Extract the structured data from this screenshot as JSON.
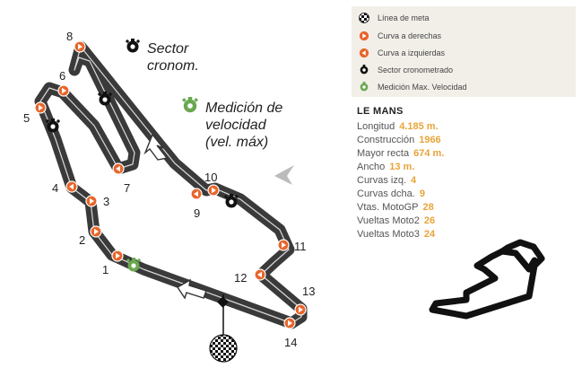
{
  "labels": {
    "sector": [
      "Sector",
      "cronom."
    ],
    "speed": [
      "Medición de",
      "velocidad",
      "(vel. máx)"
    ]
  },
  "corners": [
    "1",
    "2",
    "3",
    "4",
    "5",
    "6",
    "7",
    "8",
    "9",
    "10",
    "11",
    "12",
    "13",
    "14"
  ],
  "legend": {
    "items": [
      {
        "icon": "finish-flag-icon",
        "label": "Línea de meta"
      },
      {
        "icon": "right-curve-icon",
        "label": "Curva a derechas"
      },
      {
        "icon": "left-curve-icon",
        "label": "Curva a izquierdas"
      },
      {
        "icon": "timing-sector-icon",
        "label": "Sector cronometrado"
      },
      {
        "icon": "speed-trap-icon",
        "label": "Medición Max. Velocidad"
      }
    ]
  },
  "info": {
    "title": "LE MANS",
    "rows": [
      {
        "label": "Longitud",
        "value": "4.185 m."
      },
      {
        "label": "Construcción",
        "value": "1966"
      },
      {
        "label": "Mayor recta",
        "value": "674 m."
      },
      {
        "label": "Ancho",
        "value": "13 m."
      },
      {
        "label": "Curvas izq.",
        "value": "4"
      },
      {
        "label": "Curvas dcha.",
        "value": "9"
      },
      {
        "label": "Vtas. MotoGP",
        "value": "28"
      },
      {
        "label": "Vueltas Moto2",
        "value": "26"
      },
      {
        "label": "Vueltas Moto3",
        "value": "24"
      }
    ]
  },
  "colors": {
    "track": "#3a3a3a",
    "track_center": "#d9d9d9",
    "curve_marker": "#e8652a",
    "speed_trap": "#6aa84f",
    "value": "#e8a43a",
    "legend_bg": "#f2efe9"
  }
}
